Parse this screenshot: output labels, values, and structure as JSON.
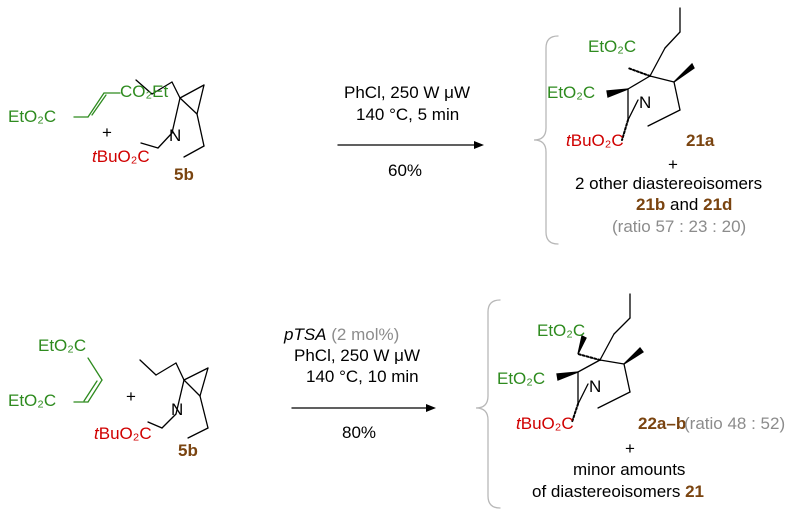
{
  "scheme1": {
    "reagent_fumarate": {
      "co2et": "CO₂Et",
      "eto2c": "EtO₂C"
    },
    "plus": "+",
    "amine": {
      "tbu": "tBuO₂C",
      "n": "N",
      "label": "5b"
    },
    "conditions": {
      "line1": "PhCl, 250 W μW",
      "line2": "140 °C, 5 min",
      "yield": "60%"
    },
    "product": {
      "eto2c_top": "EtO₂C",
      "eto2c_mid": "EtO₂C",
      "n": "N",
      "tbu": "tBuO₂C",
      "label": "21a",
      "plus": "+",
      "other": "2 other diastereoisomers",
      "label2a": "21b",
      "and": " and ",
      "label2b": "21d",
      "ratio": "(ratio 57 : 23 : 20)"
    }
  },
  "scheme2": {
    "reagent_maleate": {
      "eto2c_top": "EtO₂C",
      "eto2c_bottom": "EtO₂C"
    },
    "plus": "+",
    "amine": {
      "tbu": "tBuO₂C",
      "n": "N",
      "label": "5b"
    },
    "conditions": {
      "catalyst": "pTSA",
      "loading": "(2 mol%)",
      "line1": "PhCl, 250 W μW",
      "line2": "140 °C, 10 min",
      "yield": "80%"
    },
    "product": {
      "eto2c_top": "EtO₂C",
      "eto2c_mid": "EtO₂C",
      "n": "N",
      "tbu": "tBuO₂C",
      "label": "22a–b",
      "ratio": "(ratio 48 : 52)",
      "plus": "+",
      "minor1": "minor amounts",
      "minor2": "of diastereoisomers",
      "minor_label": "21"
    }
  },
  "colors": {
    "green": "#2e8b1f",
    "red": "#d00000",
    "brown": "#7a4410",
    "gray": "#8c8c8c"
  }
}
